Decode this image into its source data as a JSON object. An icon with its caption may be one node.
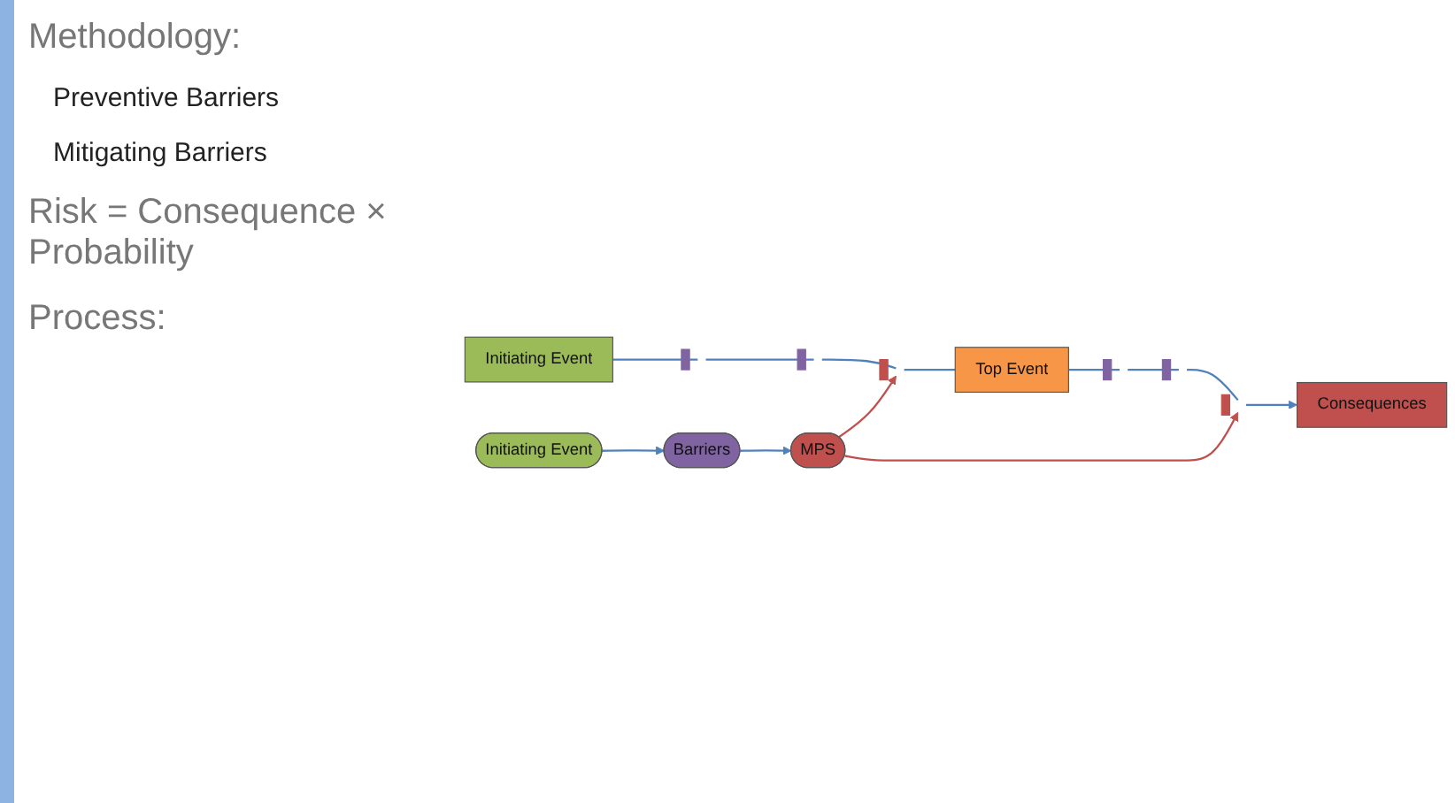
{
  "diagram": {
    "nodes": [
      {
        "text": [
          "Initiating Event"
        ]
      },
      {
        "text": [],
        "shape": "bar"
      },
      {
        "text": [],
        "shape": "bar"
      },
      {
        "text": [],
        "shape": "bar"
      },
      {
        "text": [
          "Top Event"
        ]
      },
      {
        "text": [],
        "shape": "bar"
      },
      {
        "text": [],
        "shape": "bar"
      },
      {
        "text": [],
        "shape": "bar"
      },
      {
        "text": [
          "Consequences"
        ]
      },
      {
        "text": [
          "Initiating Event"
        ]
      },
      {
        "text": [
          "Barriers"
        ]
      },
      {
        "text": [
          "MPS"
        ]
      }
    ],
    "edges": [
      {
        "from": 0,
        "to": 1,
        "arrow": "none"
      },
      {
        "from": 1,
        "to": 2,
        "arrow": "none"
      },
      {
        "from": 2,
        "to": 3,
        "arrow": "none"
      },
      {
        "from": 3,
        "to": 4,
        "arrow": "none"
      },
      {
        "from": 4,
        "to": 5,
        "arrow": "none"
      },
      {
        "from": 5,
        "to": 6,
        "arrow": "none"
      },
      {
        "from": 6,
        "to": 7,
        "arrow": "none"
      },
      {
        "from": 7,
        "to": 8,
        "arrow": "to"
      },
      {
        "from": 9,
        "to": 10,
        "arrow": "to"
      },
      {
        "from": 10,
        "to": 11,
        "arrow": "to"
      },
      {
        "from": 11,
        "to": 3,
        "arrow": "to",
        "color": "#c0504d"
      },
      {
        "from": 11,
        "to": 7,
        "arrow": "to",
        "color": "#c0504d"
      }
    ],
    "labels": [
      "Methodology:",
      "Preventive Barriers",
      "Mitigating Barriers",
      "Risk = Consequence × Probability",
      "Process:"
    ]
  }
}
